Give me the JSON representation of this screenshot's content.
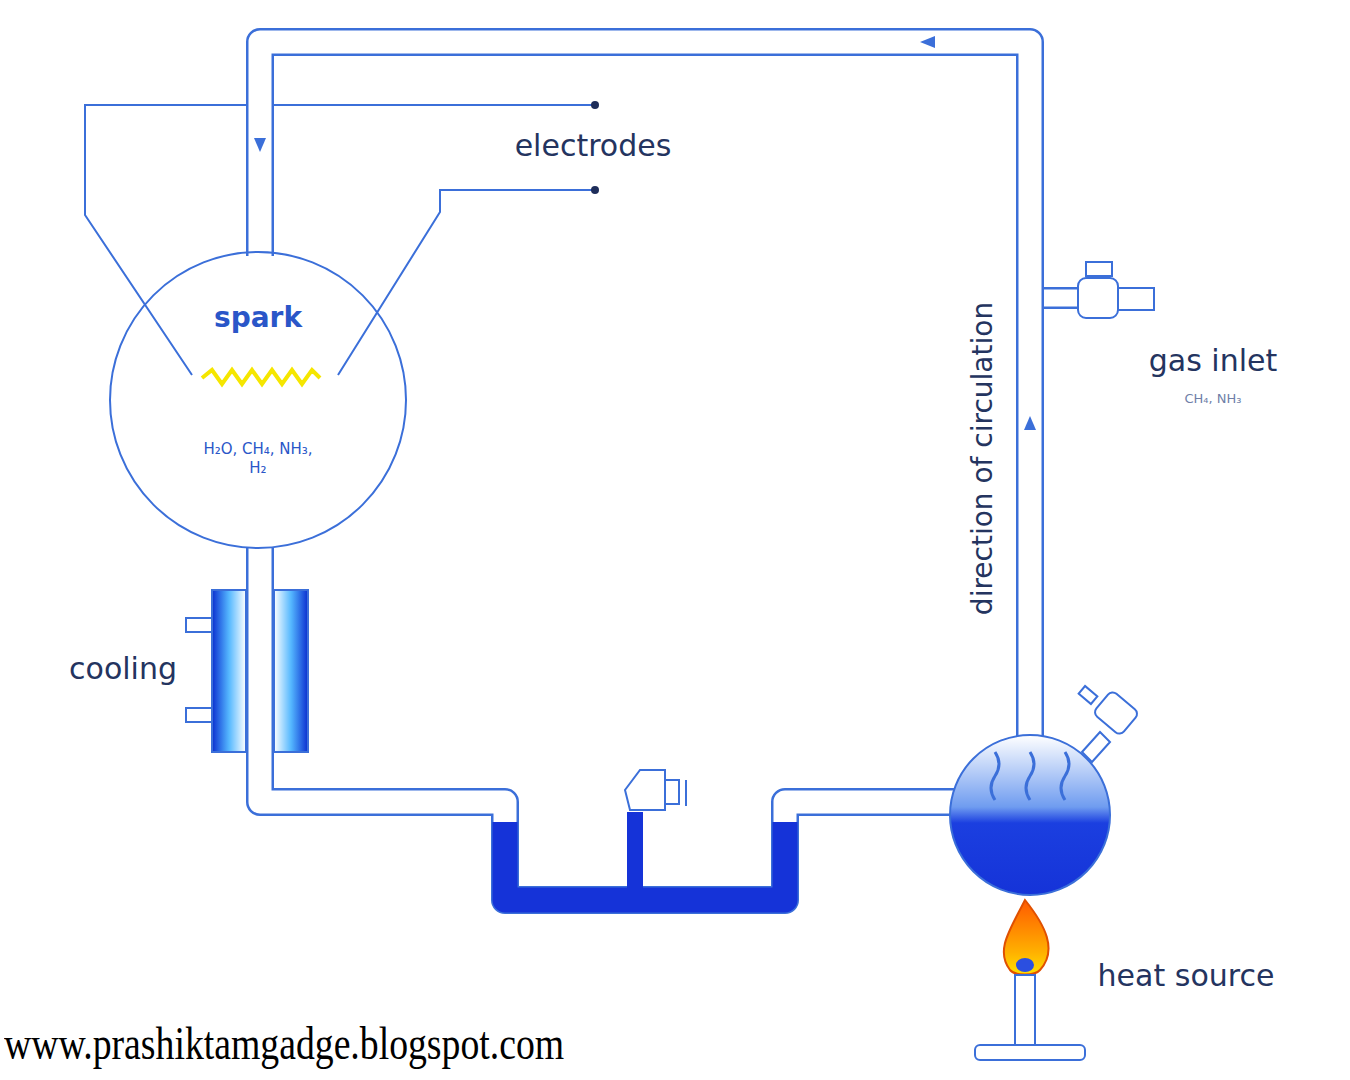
{
  "diagram": {
    "nodes": [
      {
        "text": [
          "spark",
          "H₂O, CH₄, NH₃, H₂"
        ]
      }
    ],
    "labels": [
      "electrodes",
      "cooling",
      "direction of circulation",
      "gas inlet",
      "CH₄, NH₃",
      "heat source",
      "www.prashiktamgadge.blogspot.com"
    ]
  }
}
